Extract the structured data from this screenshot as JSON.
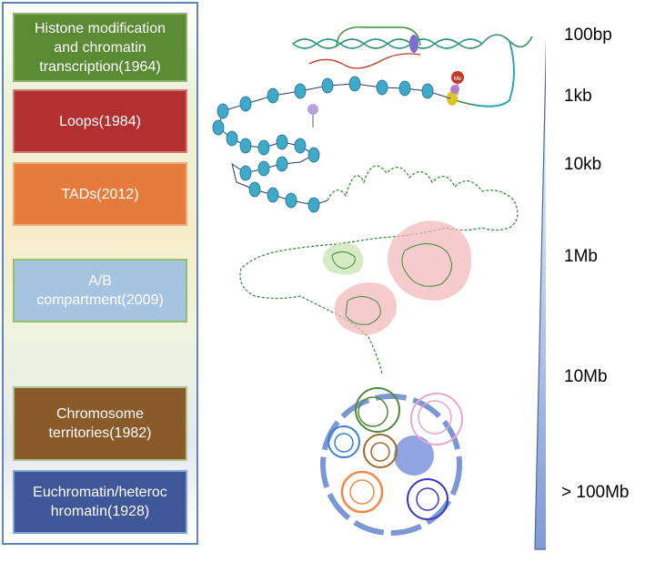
{
  "sidebar": {
    "boxes": [
      {
        "label": "Histone modification\nand chromatin\ntranscription(1964)",
        "color": "#5b8a35"
      },
      {
        "label": "Loops(1984)",
        "color": "#b33031"
      },
      {
        "label": "TADs(2012)",
        "color": "#e57c3e"
      },
      {
        "label": "A/B\ncompartment(2009)",
        "color": "#a5c4e0"
      },
      {
        "label": "Chromosome\nterritories(1982)",
        "color": "#8a5a2b"
      },
      {
        "label": "Euchromatin/heteroc\nhromatin(1928)",
        "color": "#3f5798"
      }
    ]
  },
  "diagram": {
    "labels": {
      "methyl": "Me"
    }
  },
  "scale": {
    "labels": [
      "100bp",
      "1kb",
      "10kb",
      "1Mb",
      "10Mb",
      "> 100Mb"
    ]
  }
}
